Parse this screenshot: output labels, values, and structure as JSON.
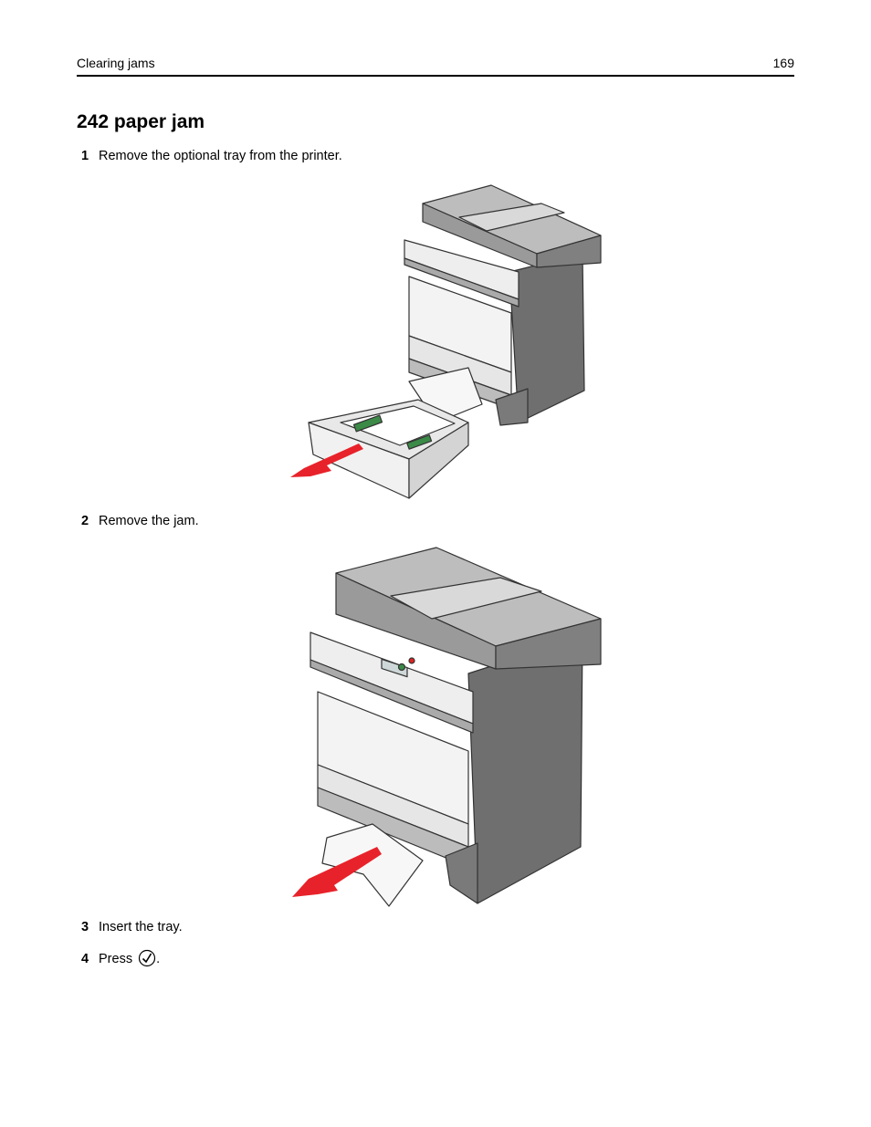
{
  "header": {
    "section": "Clearing jams",
    "page_number": "169"
  },
  "title": "242 paper jam",
  "steps": [
    {
      "num": "1",
      "text": "Remove the optional tray from the printer."
    },
    {
      "num": "2",
      "text": "Remove the jam."
    },
    {
      "num": "3",
      "text": "Insert the tray."
    },
    {
      "num": "4",
      "text_before": "Press",
      "text_after": "."
    }
  ],
  "icons": {
    "figure1": "printer-tray-removal-illustration",
    "figure2": "printer-jam-removal-illustration",
    "select": "check-button-icon"
  },
  "colors": {
    "arrow": "#e8222a"
  }
}
